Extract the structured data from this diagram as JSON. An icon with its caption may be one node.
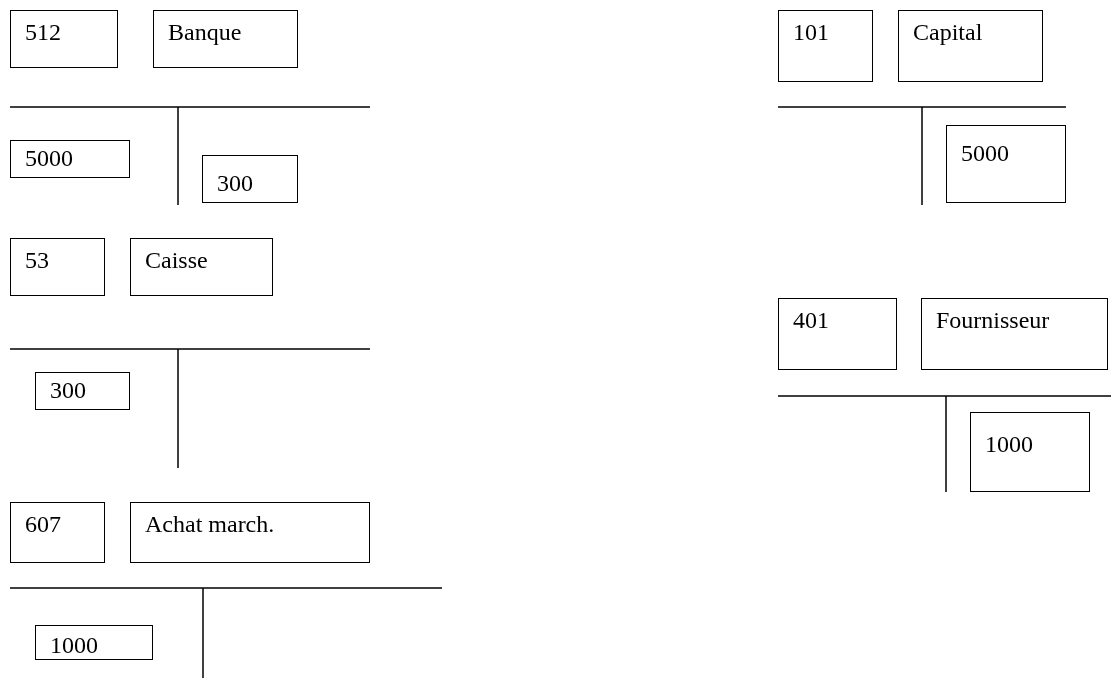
{
  "diagram": {
    "nodes": [
      {
        "text": [
          "512"
        ]
      },
      {
        "text": [
          "Banque"
        ]
      },
      {
        "text": [
          "5000"
        ]
      },
      {
        "text": [
          "300"
        ]
      },
      {
        "text": [
          "53"
        ]
      },
      {
        "text": [
          "Caisse"
        ]
      },
      {
        "text": [
          "300"
        ]
      },
      {
        "text": [
          "607"
        ]
      },
      {
        "text": [
          "Achat march."
        ]
      },
      {
        "text": [
          "1000"
        ]
      },
      {
        "text": [
          "101"
        ]
      },
      {
        "text": [
          "Capital"
        ]
      },
      {
        "text": [
          "5000"
        ]
      },
      {
        "text": [
          "401"
        ]
      },
      {
        "text": [
          "Fournisseur"
        ]
      },
      {
        "text": [
          "1000"
        ]
      }
    ],
    "edges": []
  }
}
